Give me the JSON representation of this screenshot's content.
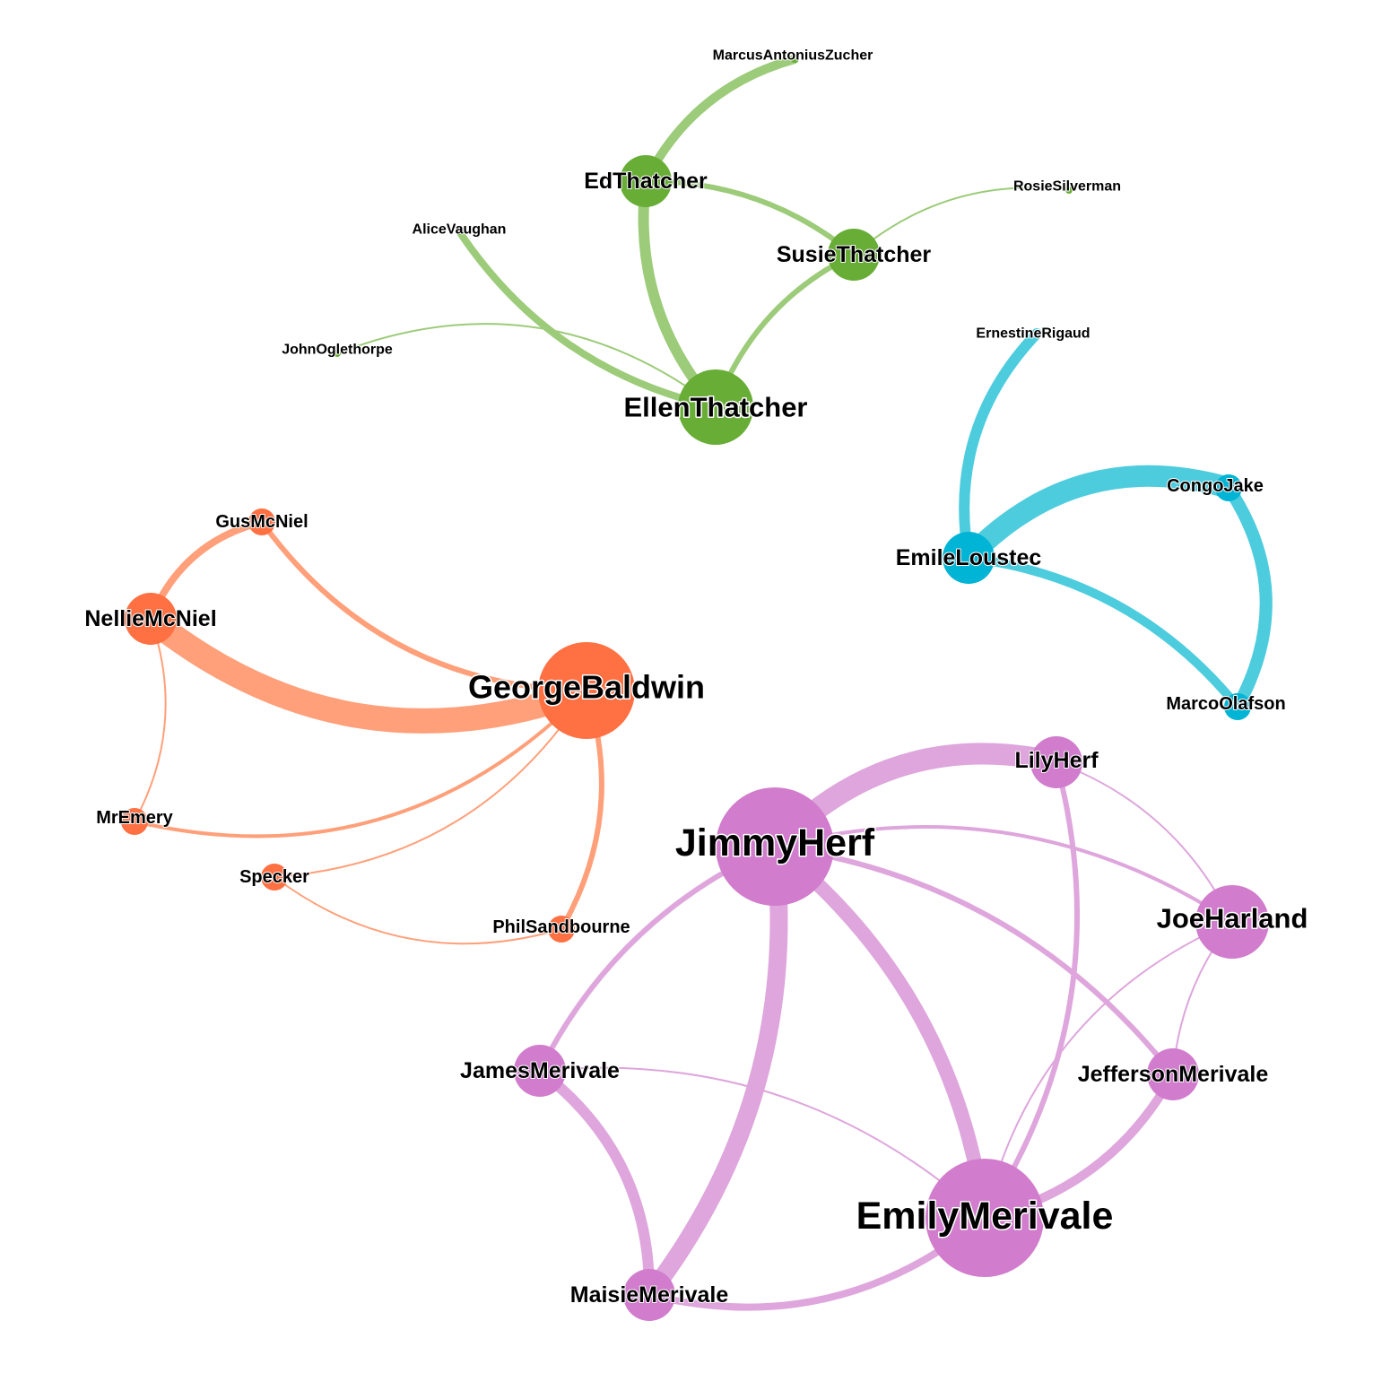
{
  "colors": {
    "green": "#68ad36",
    "cyan": "#00b4d5",
    "orange": "#ff7043",
    "purple": "#d17ccc",
    "green_edge": "#9ccb79",
    "cyan_edge": "#4dccde",
    "orange_edge": "#ffa07a",
    "purple_edge": "#dea6dc"
  },
  "nodes": [
    {
      "id": "EdThatcher",
      "label": "EdThatcher",
      "group": "green",
      "weight": 3
    },
    {
      "id": "SusieThatcher",
      "label": "SusieThatcher",
      "group": "green",
      "weight": 3
    },
    {
      "id": "EllenThatcher",
      "label": "EllenThatcher",
      "group": "green",
      "weight": 6
    },
    {
      "id": "MarcusAntoniusZucher",
      "label": "MarcusAntoniusZucher",
      "group": "green",
      "weight": 1
    },
    {
      "id": "RosieSilverman",
      "label": "RosieSilverman",
      "group": "green",
      "weight": 1
    },
    {
      "id": "AliceVaughan",
      "label": "AliceVaughan",
      "group": "green",
      "weight": 1
    },
    {
      "id": "JohnOglethorpe",
      "label": "JohnOglethorpe",
      "group": "green",
      "weight": 1
    },
    {
      "id": "ErnestineRigaud",
      "label": "ErnestineRigaud",
      "group": "cyan",
      "weight": 1
    },
    {
      "id": "CongoJake",
      "label": "CongoJake",
      "group": "cyan",
      "weight": 2
    },
    {
      "id": "EmileLoustec",
      "label": "EmileLoustec",
      "group": "cyan",
      "weight": 3
    },
    {
      "id": "MarcoOlafson",
      "label": "MarcoOlafson",
      "group": "cyan",
      "weight": 2
    },
    {
      "id": "GusMcNiel",
      "label": "GusMcNiel",
      "group": "orange",
      "weight": 2
    },
    {
      "id": "NellieMcNiel",
      "label": "NellieMcNiel",
      "group": "orange",
      "weight": 3
    },
    {
      "id": "GeorgeBaldwin",
      "label": "GeorgeBaldwin",
      "group": "orange",
      "weight": 7
    },
    {
      "id": "MrEmery",
      "label": "MrEmery",
      "group": "orange",
      "weight": 2
    },
    {
      "id": "Specker",
      "label": "Specker",
      "group": "orange",
      "weight": 2
    },
    {
      "id": "PhilSandbourne",
      "label": "PhilSandbourne",
      "group": "orange",
      "weight": 2
    },
    {
      "id": "LilyHerf",
      "label": "LilyHerf",
      "group": "purple",
      "weight": 3
    },
    {
      "id": "JimmyHerf",
      "label": "JimmyHerf",
      "group": "purple",
      "weight": 8
    },
    {
      "id": "JoeHarland",
      "label": "JoeHarland",
      "group": "purple",
      "weight": 4
    },
    {
      "id": "JamesMerivale",
      "label": "JamesMerivale",
      "group": "purple",
      "weight": 3
    },
    {
      "id": "JeffersonMerivale",
      "label": "JeffersonMerivale",
      "group": "purple",
      "weight": 3
    },
    {
      "id": "EmilyMerivale",
      "label": "EmilyMerivale",
      "group": "purple",
      "weight": 8
    },
    {
      "id": "MaisieMerivale",
      "label": "MaisieMerivale",
      "group": "purple",
      "weight": 3
    }
  ],
  "edges": [
    {
      "source": "EdThatcher",
      "target": "MarcusAntoniusZucher",
      "weight": 5
    },
    {
      "source": "EdThatcher",
      "target": "SusieThatcher",
      "weight": 3
    },
    {
      "source": "EdThatcher",
      "target": "EllenThatcher",
      "weight": 6
    },
    {
      "source": "SusieThatcher",
      "target": "RosieSilverman",
      "weight": 1
    },
    {
      "source": "SusieThatcher",
      "target": "EllenThatcher",
      "weight": 3
    },
    {
      "source": "AliceVaughan",
      "target": "EllenThatcher",
      "weight": 4
    },
    {
      "source": "JohnOglethorpe",
      "target": "EllenThatcher",
      "weight": 1
    },
    {
      "source": "EmileLoustec",
      "target": "ErnestineRigaud",
      "weight": 6
    },
    {
      "source": "EmileLoustec",
      "target": "CongoJake",
      "weight": 12
    },
    {
      "source": "EmileLoustec",
      "target": "MarcoOlafson",
      "weight": 5
    },
    {
      "source": "CongoJake",
      "target": "MarcoOlafson",
      "weight": 7
    },
    {
      "source": "NellieMcNiel",
      "target": "GusMcNiel",
      "weight": 4
    },
    {
      "source": "GusMcNiel",
      "target": "GeorgeBaldwin",
      "weight": 3
    },
    {
      "source": "NellieMcNiel",
      "target": "GeorgeBaldwin",
      "weight": 14
    },
    {
      "source": "NellieMcNiel",
      "target": "MrEmery",
      "weight": 1
    },
    {
      "source": "MrEmery",
      "target": "GeorgeBaldwin",
      "weight": 2
    },
    {
      "source": "Specker",
      "target": "GeorgeBaldwin",
      "weight": 1
    },
    {
      "source": "GeorgeBaldwin",
      "target": "PhilSandbourne",
      "weight": 3
    },
    {
      "source": "Specker",
      "target": "PhilSandbourne",
      "weight": 1
    },
    {
      "source": "JimmyHerf",
      "target": "LilyHerf",
      "weight": 12
    },
    {
      "source": "JimmyHerf",
      "target": "JoeHarland",
      "weight": 2
    },
    {
      "source": "JimmyHerf",
      "target": "JamesMerivale",
      "weight": 3
    },
    {
      "source": "JimmyHerf",
      "target": "JeffersonMerivale",
      "weight": 3
    },
    {
      "source": "JimmyHerf",
      "target": "EmilyMerivale",
      "weight": 8
    },
    {
      "source": "JimmyHerf",
      "target": "MaisieMerivale",
      "weight": 10
    },
    {
      "source": "LilyHerf",
      "target": "JoeHarland",
      "weight": 1
    },
    {
      "source": "LilyHerf",
      "target": "EmilyMerivale",
      "weight": 3
    },
    {
      "source": "JoeHarland",
      "target": "JeffersonMerivale",
      "weight": 1
    },
    {
      "source": "JoeHarland",
      "target": "EmilyMerivale",
      "weight": 1
    },
    {
      "source": "JamesMerivale",
      "target": "MaisieMerivale",
      "weight": 6
    },
    {
      "source": "JamesMerivale",
      "target": "EmilyMerivale",
      "weight": 1
    },
    {
      "source": "JeffersonMerivale",
      "target": "EmilyMerivale",
      "weight": 5
    },
    {
      "source": "MaisieMerivale",
      "target": "EmilyMerivale",
      "weight": 4
    }
  ]
}
